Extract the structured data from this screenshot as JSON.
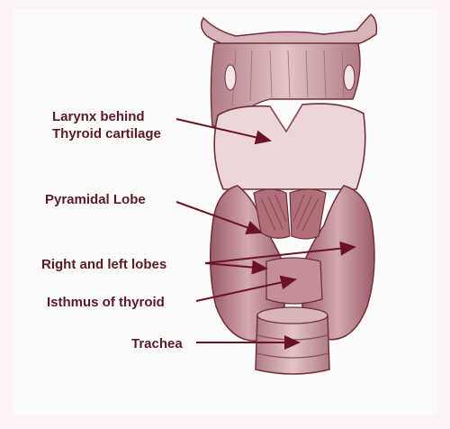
{
  "labels": {
    "larynx": [
      "Larynx behind",
      "Thyroid cartilage"
    ],
    "pyramidal": "Pyramidal Lobe",
    "lobes": "Right and left lobes",
    "isthmus": "Isthmus of thyroid",
    "trachea": "Trachea"
  },
  "colors": {
    "tissue": "#c99ba1",
    "tissue_dark": "#8e4f5a",
    "ink": "#5a1a25",
    "arrow": "#6b1326",
    "background": "#fefbfb"
  }
}
